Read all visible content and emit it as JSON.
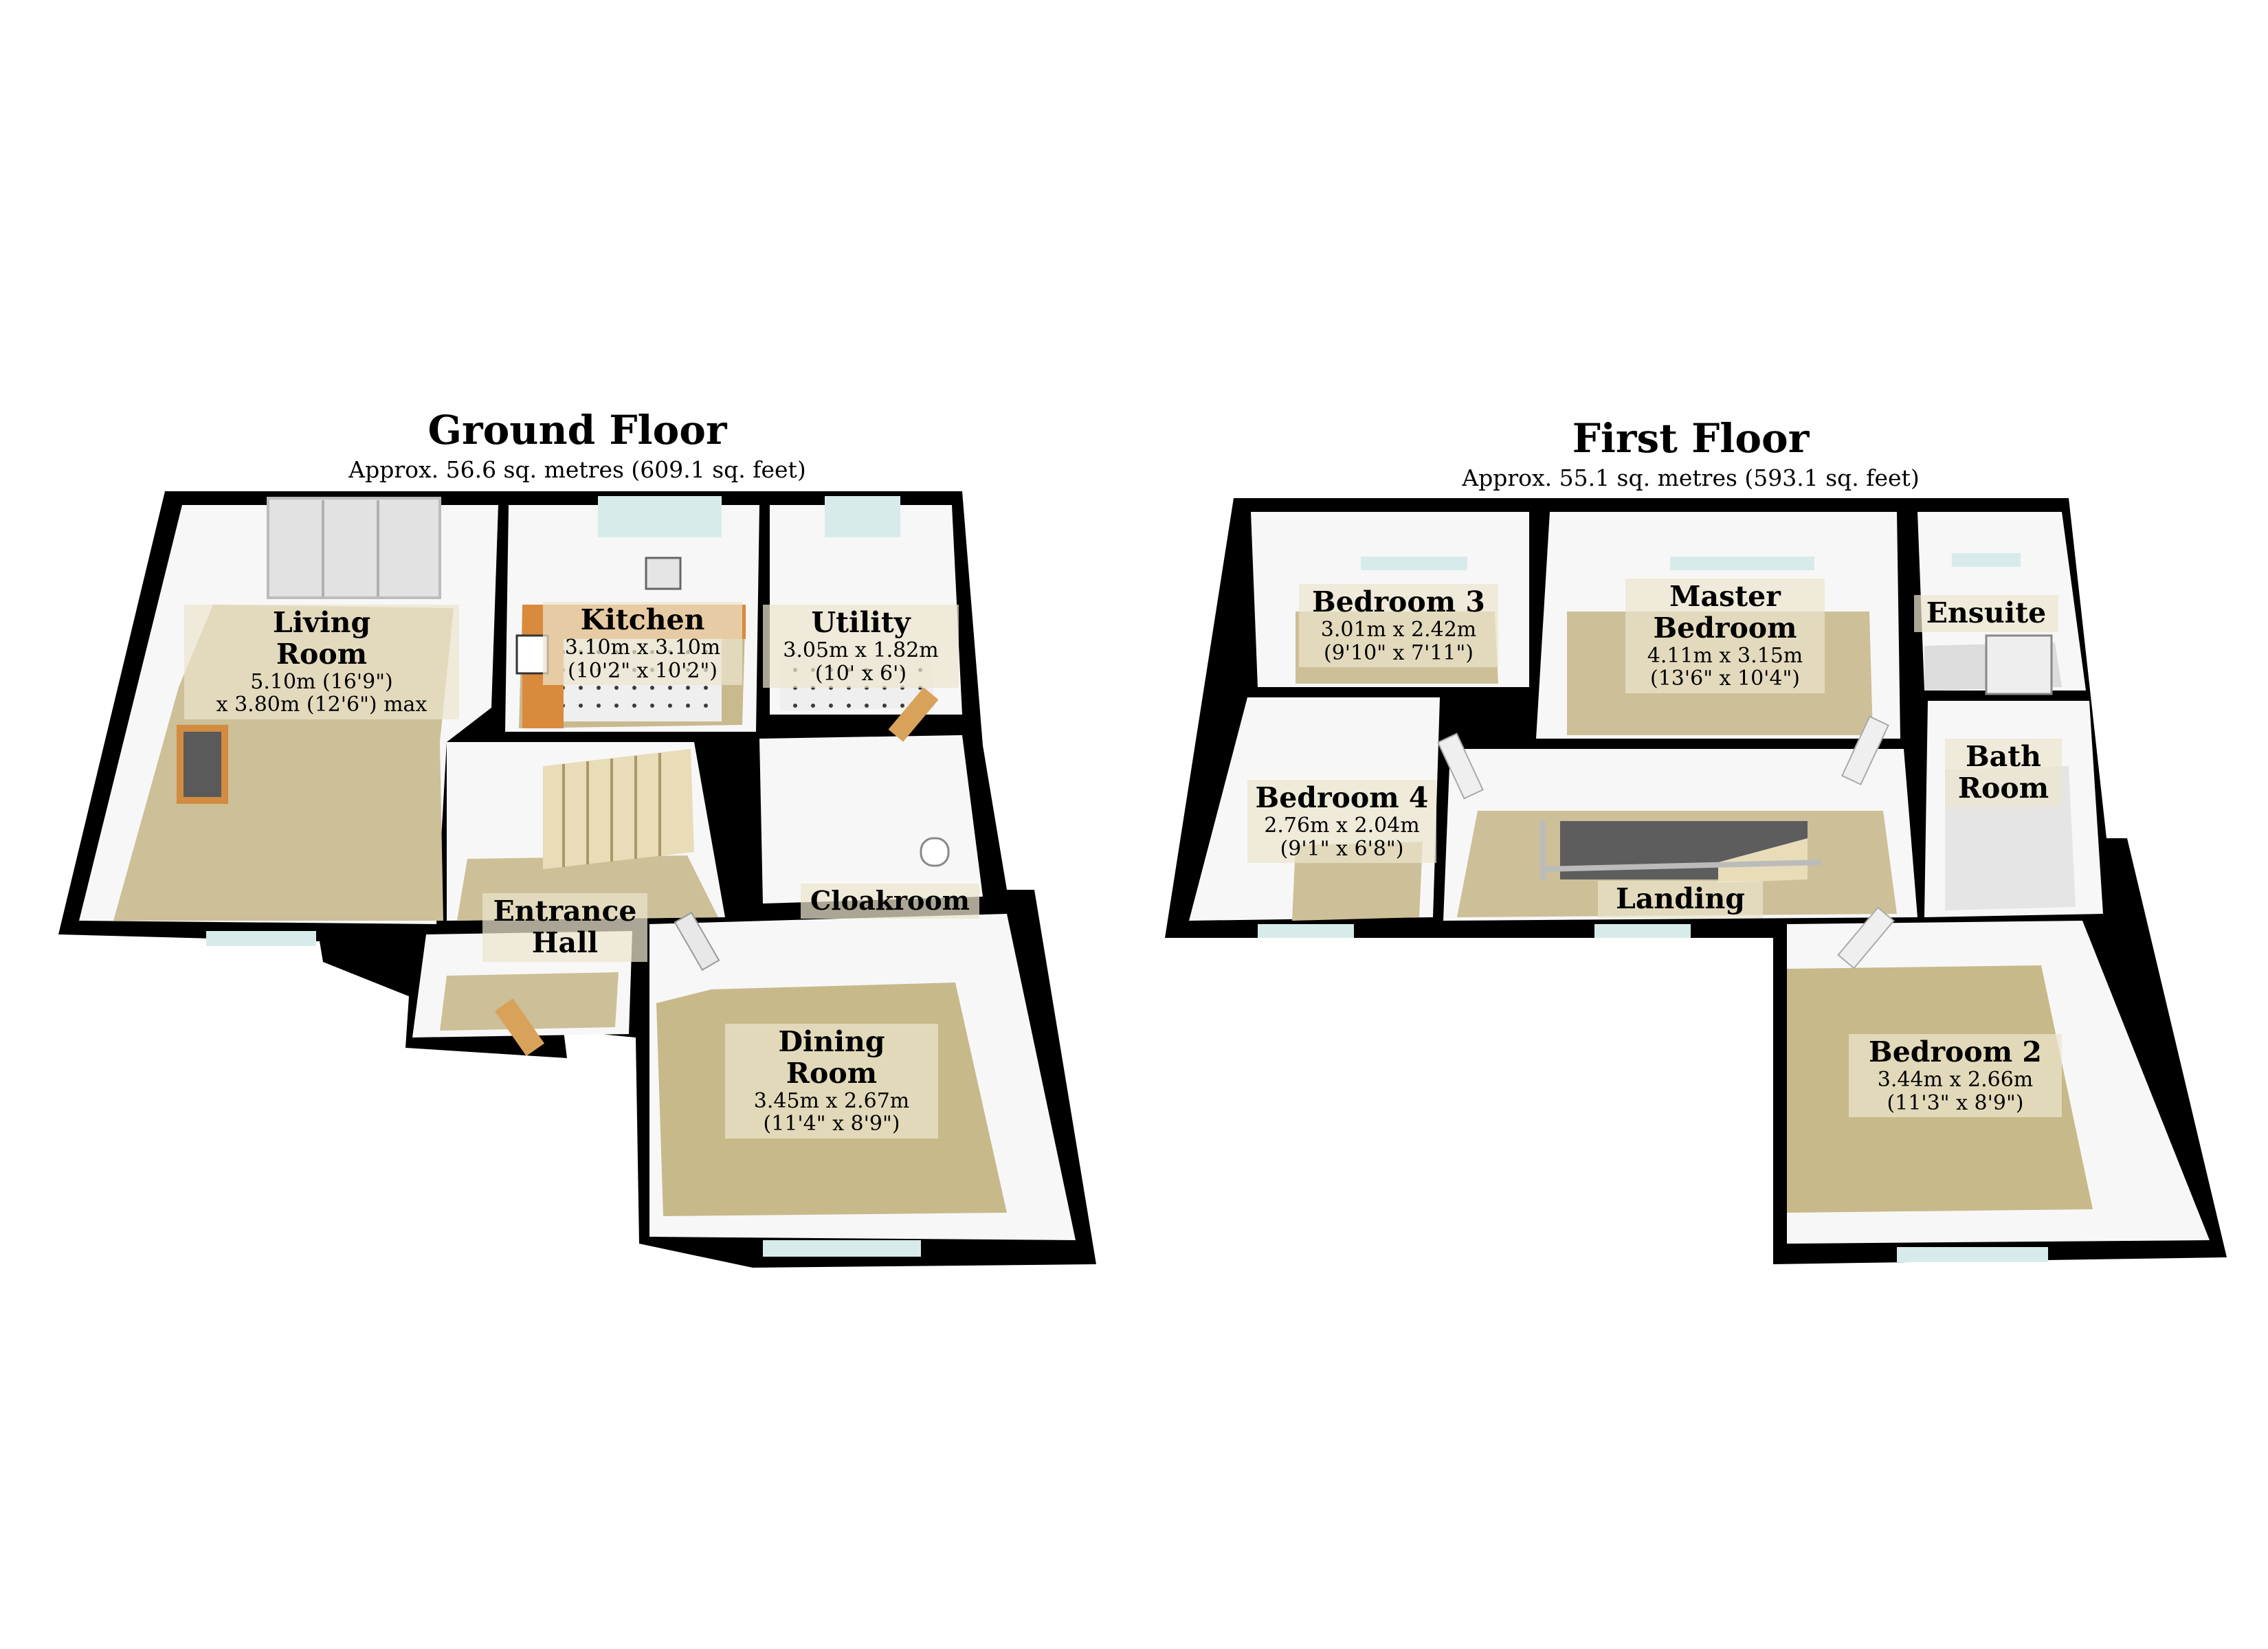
{
  "floors": {
    "ground": {
      "title": "Ground Floor",
      "area": "Approx. 56.6 sq. metres (609.1 sq. feet)",
      "rooms": {
        "living": {
          "name1": "Living",
          "name2": "Room",
          "dim1": "5.10m (16'9\")",
          "dim2": "x 3.80m (12'6\") max"
        },
        "kitchen": {
          "name": "Kitchen",
          "dim1": "3.10m x 3.10m",
          "dim2": "(10'2\" x 10'2\")"
        },
        "utility": {
          "name": "Utility",
          "dim1": "3.05m x 1.82m",
          "dim2": "(10' x 6')"
        },
        "entrance": {
          "name1": "Entrance",
          "name2": "Hall"
        },
        "cloakroom": {
          "name": "Cloakroom"
        },
        "dining": {
          "name1": "Dining",
          "name2": "Room",
          "dim1": "3.45m x 2.67m",
          "dim2": "(11'4\" x 8'9\")"
        }
      }
    },
    "first": {
      "title": "First Floor",
      "area": "Approx. 55.1 sq. metres (593.1 sq. feet)",
      "rooms": {
        "bedroom3": {
          "name": "Bedroom 3",
          "dim1": "3.01m x 2.42m",
          "dim2": "(9'10\" x 7'11\")"
        },
        "master": {
          "name1": "Master",
          "name2": "Bedroom",
          "dim1": "4.11m x 3.15m",
          "dim2": "(13'6\" x 10'4\")"
        },
        "ensuite": {
          "name": "Ensuite"
        },
        "bedroom4": {
          "name": "Bedroom 4",
          "dim1": "2.76m x 2.04m",
          "dim2": "(9'1\" x 6'8\")"
        },
        "bathroom": {
          "name1": "Bath",
          "name2": "Room"
        },
        "landing": {
          "name": "Landing"
        },
        "bedroom2": {
          "name": "Bedroom 2",
          "dim1": "3.44m x 2.66m",
          "dim2": "(11'3\" x 8'9\")"
        }
      }
    }
  },
  "colors": {
    "wall": "#000000",
    "wall_inner": "#f4f4f4",
    "carpet": "#cdbf97",
    "kitchen_unit": "#d98a3c",
    "window": "#d7ecea"
  }
}
